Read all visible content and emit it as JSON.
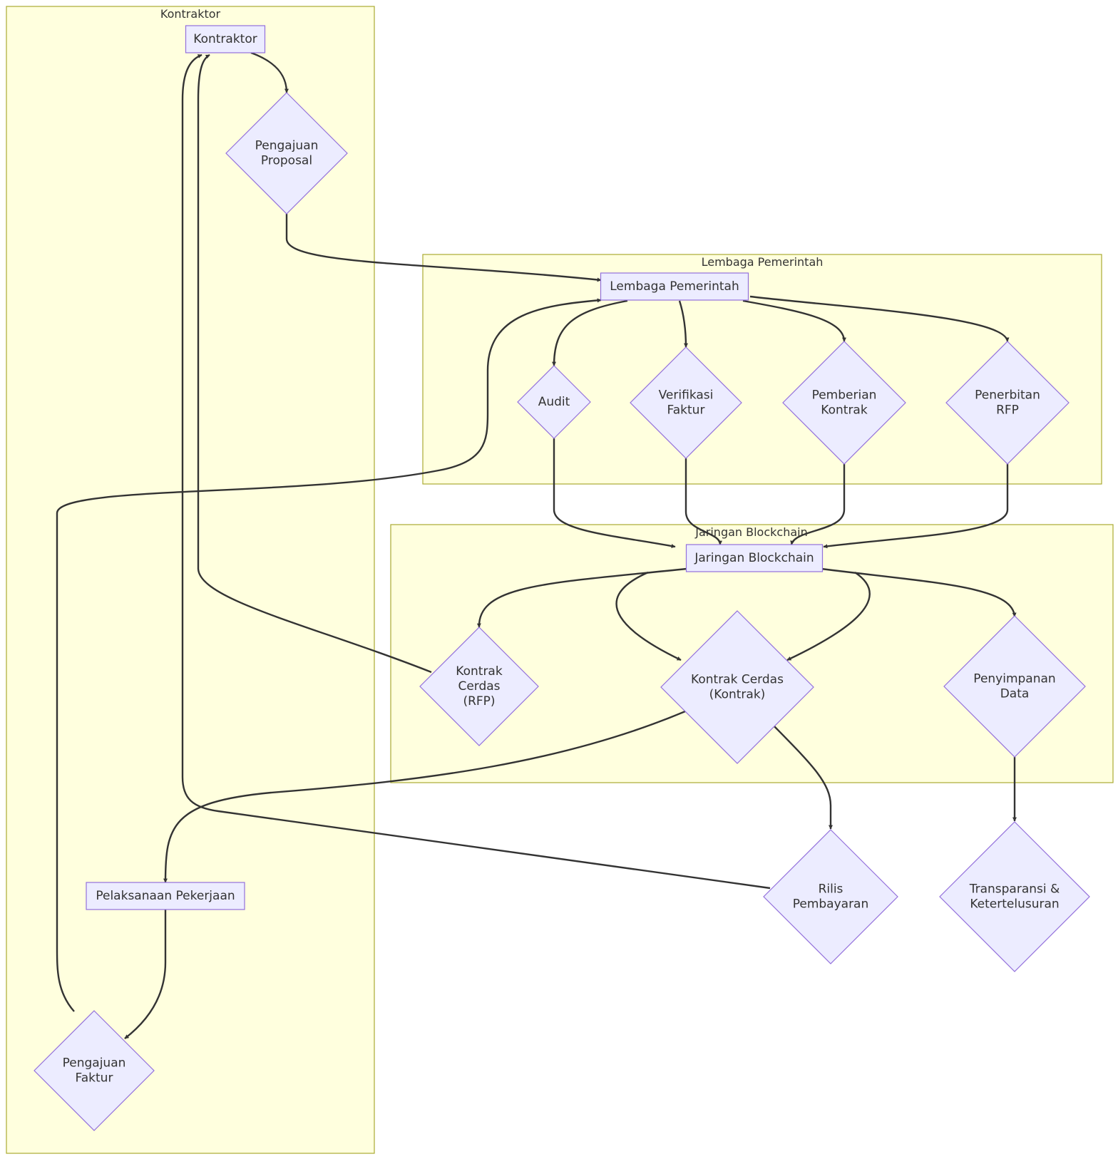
{
  "clusters": {
    "kontraktor": {
      "title": "Kontraktor"
    },
    "lembaga": {
      "title": "Lembaga Pemerintah"
    },
    "blockchain": {
      "title": "Jaringan Blockchain"
    }
  },
  "nodes": {
    "kontraktor": {
      "shape": "rect",
      "lines": [
        "Kontraktor"
      ]
    },
    "pengajuan_proposal": {
      "shape": "diamond",
      "lines": [
        "Pengajuan",
        "Proposal"
      ]
    },
    "pelaksanaan": {
      "shape": "rect",
      "lines": [
        "Pelaksanaan Pekerjaan"
      ]
    },
    "pengajuan_faktur": {
      "shape": "diamond",
      "lines": [
        "Pengajuan",
        "Faktur"
      ]
    },
    "lembaga": {
      "shape": "rect",
      "lines": [
        "Lembaga Pemerintah"
      ]
    },
    "audit": {
      "shape": "diamond",
      "lines": [
        "Audit"
      ]
    },
    "verifikasi": {
      "shape": "diamond",
      "lines": [
        "Verifikasi",
        "Faktur"
      ]
    },
    "pemberian": {
      "shape": "diamond",
      "lines": [
        "Pemberian",
        "Kontrak"
      ]
    },
    "penerbitan": {
      "shape": "diamond",
      "lines": [
        "Penerbitan",
        "RFP"
      ]
    },
    "jaringan": {
      "shape": "rect",
      "lines": [
        "Jaringan Blockchain"
      ]
    },
    "kc_rfp": {
      "shape": "diamond",
      "lines": [
        "Kontrak",
        "Cerdas",
        "(RFP)"
      ]
    },
    "kc_kontrak": {
      "shape": "diamond",
      "lines": [
        "Kontrak Cerdas",
        "(Kontrak)"
      ]
    },
    "penyimpanan": {
      "shape": "diamond",
      "lines": [
        "Penyimpanan",
        "Data"
      ]
    },
    "rilis": {
      "shape": "diamond",
      "lines": [
        "Rilis",
        "Pembayaran"
      ]
    },
    "transparansi": {
      "shape": "diamond",
      "lines": [
        "Transparansi &",
        "Ketertelusuran"
      ]
    }
  },
  "edges": [
    {
      "from": "kontraktor",
      "to": "pengajuan_proposal"
    },
    {
      "from": "pengajuan_proposal",
      "to": "lembaga"
    },
    {
      "from": "lembaga",
      "to": "audit"
    },
    {
      "from": "lembaga",
      "to": "verifikasi"
    },
    {
      "from": "lembaga",
      "to": "pemberian"
    },
    {
      "from": "lembaga",
      "to": "penerbitan"
    },
    {
      "from": "audit",
      "to": "jaringan"
    },
    {
      "from": "verifikasi",
      "to": "jaringan"
    },
    {
      "from": "pemberian",
      "to": "jaringan"
    },
    {
      "from": "penerbitan",
      "to": "jaringan"
    },
    {
      "from": "jaringan",
      "to": "kc_rfp"
    },
    {
      "from": "jaringan",
      "to": "kc_kontrak"
    },
    {
      "from": "jaringan",
      "to": "kc_kontrak"
    },
    {
      "from": "jaringan",
      "to": "penyimpanan"
    },
    {
      "from": "kc_rfp",
      "to": "kontraktor"
    },
    {
      "from": "kc_kontrak",
      "to": "pelaksanaan"
    },
    {
      "from": "kc_kontrak",
      "to": "rilis"
    },
    {
      "from": "rilis",
      "to": "kontraktor"
    },
    {
      "from": "penyimpanan",
      "to": "transparansi"
    },
    {
      "from": "pelaksanaan",
      "to": "pengajuan_faktur"
    },
    {
      "from": "pengajuan_faktur",
      "to": "lembaga"
    }
  ]
}
